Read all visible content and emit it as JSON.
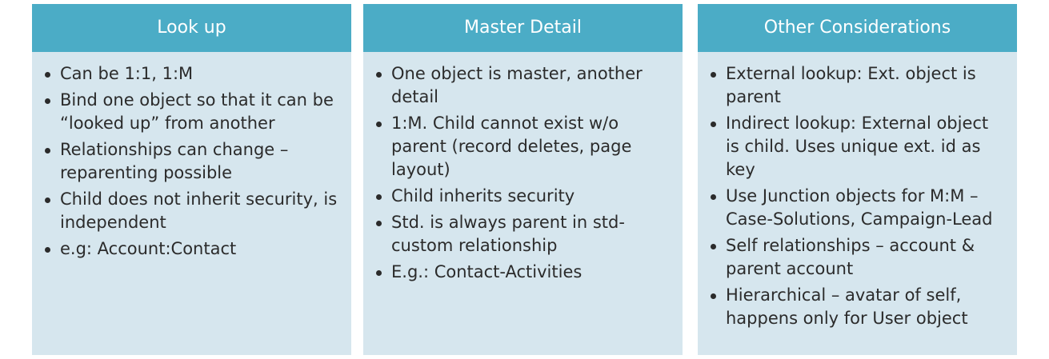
{
  "columns": [
    {
      "title": "Look up",
      "items": [
        "Can be 1:1, 1:M",
        "Bind one object so that it can be “looked up” from another",
        "Relationships can change – reparenting possible",
        "Child does not inherit security, is independent",
        "e.g: Account:Contact"
      ]
    },
    {
      "title": "Master Detail",
      "items": [
        "One object is master, another detail",
        "1:M. Child cannot exist w/o parent (record deletes, page layout)",
        "Child inherits security",
        "Std. is always parent in std-custom relationship",
        "E.g.: Contact-Activities"
      ]
    },
    {
      "title": "Other Considerations",
      "items": [
        "External lookup: Ext. object is parent",
        "Indirect lookup: External object is child. Uses unique ext. id as key",
        "Use Junction objects for M:M – Case-Solutions, Campaign-Lead",
        "Self relationships – account & parent account",
        "Hierarchical – avatar of self, happens only for User object"
      ]
    }
  ]
}
